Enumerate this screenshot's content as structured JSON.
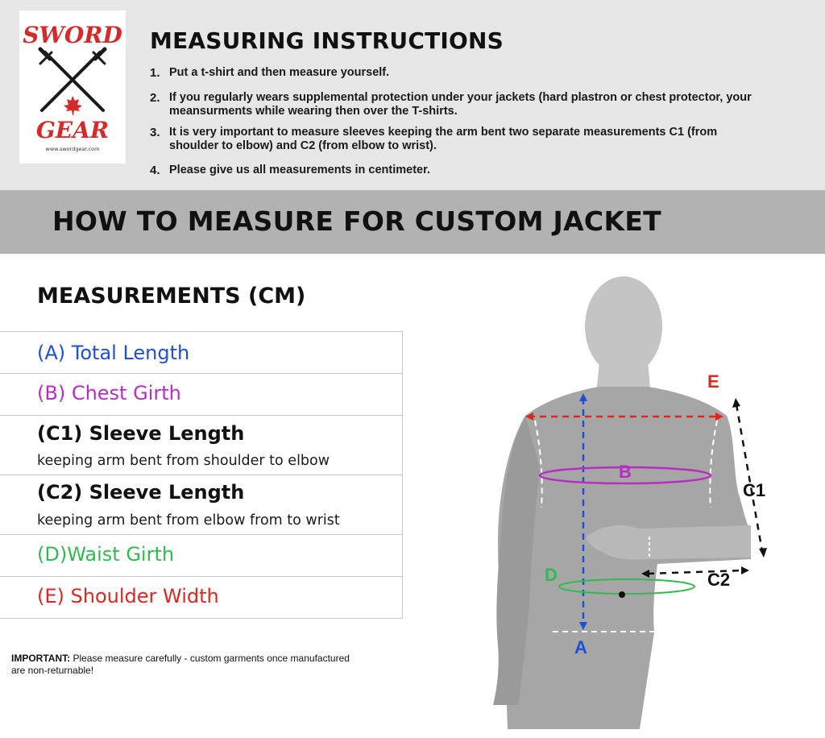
{
  "logo": {
    "line1": "SWORD",
    "line2": "GEAR",
    "url": "www.swordgear.com"
  },
  "instructions": {
    "title": "MEASURING INSTRUCTIONS",
    "items": [
      {
        "num": "1.",
        "text": "Put a t-shirt and then measure yourself."
      },
      {
        "num": "2.",
        "text": "If you regularly wears supplemental protection under your jackets (hard plastron or chest protector, your meansurments while wearing then over the T-shirts."
      },
      {
        "num": "3.",
        "text": "It is very important to measure sleeves keeping the arm bent two separate measurements C1 (from shoulder to elbow) and C2 (from elbow to wrist)."
      },
      {
        "num": "4.",
        "text": "Please give us all measurements in centimeter."
      }
    ]
  },
  "banner": {
    "title": "HOW TO MEASURE FOR CUSTOM JACKET"
  },
  "measurements": {
    "title": "MEASUREMENTS (CM)",
    "rows": [
      {
        "label": "(A) Total Length",
        "sub": ""
      },
      {
        "label": "(B) Chest Girth",
        "sub": ""
      },
      {
        "label": "(C1) Sleeve Length",
        "sub": "keeping arm bent from shoulder to elbow"
      },
      {
        "label": "(C2) Sleeve Length",
        "sub": "keeping arm bent from elbow from to wrist"
      },
      {
        "label": "(D)Waist Girth",
        "sub": ""
      },
      {
        "label": "(E) Shoulder Width",
        "sub": ""
      }
    ]
  },
  "important": {
    "prefix": "IMPORTANT:",
    "text": " Please measure carefully - custom garments once manufactured are non-returnable!"
  },
  "figure": {
    "labels": {
      "a": "A",
      "b": "B",
      "c1": "C1",
      "c2": "C2",
      "d": "D",
      "e": "E"
    },
    "colors": {
      "a": "#1f4fd6",
      "b": "#b62fc2",
      "d": "#2fbb4f",
      "e": "#e0261f",
      "c": "#111111",
      "body": "#a6a6a6",
      "head": "#c4c4c4"
    }
  }
}
